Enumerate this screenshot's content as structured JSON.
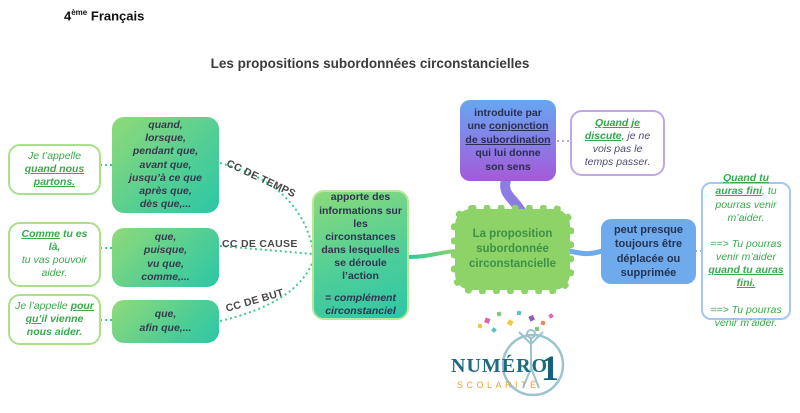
{
  "header": {
    "grade": "4",
    "grade_suffix": "ème",
    "subject": "Français"
  },
  "title": "Les propositions subordonnées circonstancielles",
  "left_examples": [
    {
      "segments": [
        {
          "t": "Je t’appelle ",
          "s": ""
        },
        {
          "t": "quand nous partons.",
          "s": "bu"
        }
      ]
    },
    {
      "segments": [
        {
          "t": "Comme",
          "s": "bu"
        },
        {
          "t": " tu es là,",
          "s": "b"
        },
        {
          "t": "\ntu vas pouvoir aider.",
          "s": ""
        }
      ]
    },
    {
      "segments": [
        {
          "t": "Je l’appelle ",
          "s": ""
        },
        {
          "t": "pour qu’",
          "s": "bu"
        },
        {
          "t": "il vienne nous aider.",
          "s": "b"
        }
      ]
    }
  ],
  "conjunction_boxes": [
    {
      "text": "quand,\nlorsque,\npendant que,\navant que,\njusqu’à ce que\naprès que,\ndès que,..."
    },
    {
      "text": "que,\npuisque,\nvu que,\ncomme,..."
    },
    {
      "text": "que,\nafin que,..."
    }
  ],
  "cc_labels": [
    {
      "label": "CC DE TEMPS"
    },
    {
      "label": "CC DE CAUSE"
    },
    {
      "label": "CC DE BUT"
    }
  ],
  "definition_box": {
    "main": "apporte des informations sur les circonstances dans lesquelles se déroule l’action",
    "sub": "= complément circonstanciel"
  },
  "center_node": {
    "label": "La proposition\nsubordonnée\ncirconstancielle"
  },
  "conjunction_note": {
    "segments": [
      {
        "t": "introduite par une ",
        "s": ""
      },
      {
        "t": "conjonction de subordination",
        "s": "u"
      },
      {
        "t": " qui lui donne son sens",
        "s": ""
      }
    ]
  },
  "conjunction_example": {
    "segments": [
      {
        "t": "Quand je discute",
        "s": "bug"
      },
      {
        "t": ", je ne vois pas le temps passer.",
        "s": ""
      }
    ]
  },
  "mobility_note": {
    "text": "peut presque toujours être déplacée ou supprimée"
  },
  "mobility_example": {
    "segments": [
      {
        "t": "Quand tu auras fini",
        "s": "bu"
      },
      {
        "t": ", tu pourras venir m’aider.",
        "s": ""
      },
      {
        "t": "\n\n==> Tu pourras venir m’aider ",
        "s": ""
      },
      {
        "t": "quand tu auras fini.",
        "s": "bu"
      },
      {
        "t": "\n\n==> Tu pourras venir m’aider.",
        "s": ""
      }
    ]
  },
  "logo": {
    "name": "NUMÉRO",
    "number": "1",
    "subtitle": "SCOLARITÉ"
  },
  "colors": {
    "green_text": "#39a94d",
    "light_green_node": "#8ed368",
    "teal": "#2cc7a6",
    "purple": "#a55ad8",
    "blue": "#6faaec",
    "dotted_green": "#43c98e"
  }
}
